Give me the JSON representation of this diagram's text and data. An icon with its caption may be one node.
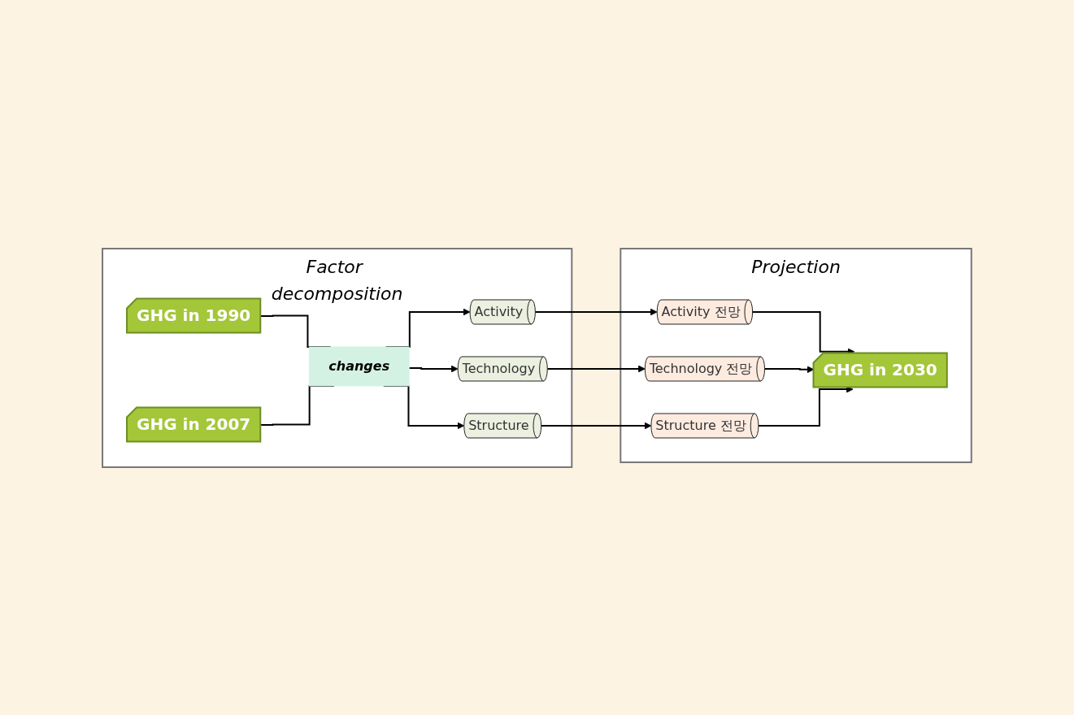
{
  "diagram": {
    "nodes": [
      {
        "text": [
          "Factor decomposition"
        ]
      },
      {
        "text": [
          "Projection"
        ]
      },
      {
        "text": [
          "GHG in 1990"
        ],
        "in": 0
      },
      {
        "text": [
          "GHG in 2007"
        ],
        "in": 0
      },
      {
        "text": [
          "changes"
        ],
        "in": 0
      },
      {
        "text": [
          "Activity"
        ],
        "in": 0
      },
      {
        "text": [
          "Technology"
        ],
        "in": 0
      },
      {
        "text": [
          "Structure"
        ],
        "in": 0
      },
      {
        "text": [
          "GHG in 2030"
        ],
        "in": 1
      },
      {
        "text": [
          "Activity 전망"
        ],
        "in": 1
      },
      {
        "text": [
          "Technology 전망"
        ],
        "in": 1
      },
      {
        "text": [
          "Structure 전망"
        ],
        "in": 1
      }
    ],
    "edges": [
      {
        "from": 2,
        "to": 4,
        "arrow": "none"
      },
      {
        "from": 3,
        "to": 4,
        "arrow": "none"
      },
      {
        "from": 4,
        "to": 5,
        "arrow": "to"
      },
      {
        "from": 4,
        "to": 6,
        "arrow": "to"
      },
      {
        "from": 4,
        "to": 7,
        "arrow": "to"
      },
      {
        "from": 5,
        "to": 9,
        "arrow": "to"
      },
      {
        "from": 6,
        "to": 10,
        "arrow": "to"
      },
      {
        "from": 7,
        "to": 11,
        "arrow": "to"
      },
      {
        "from": 9,
        "to": 8,
        "arrow": "to"
      },
      {
        "from": 10,
        "to": 8,
        "arrow": "to"
      },
      {
        "from": 11,
        "to": 8,
        "arrow": "to"
      }
    ]
  }
}
